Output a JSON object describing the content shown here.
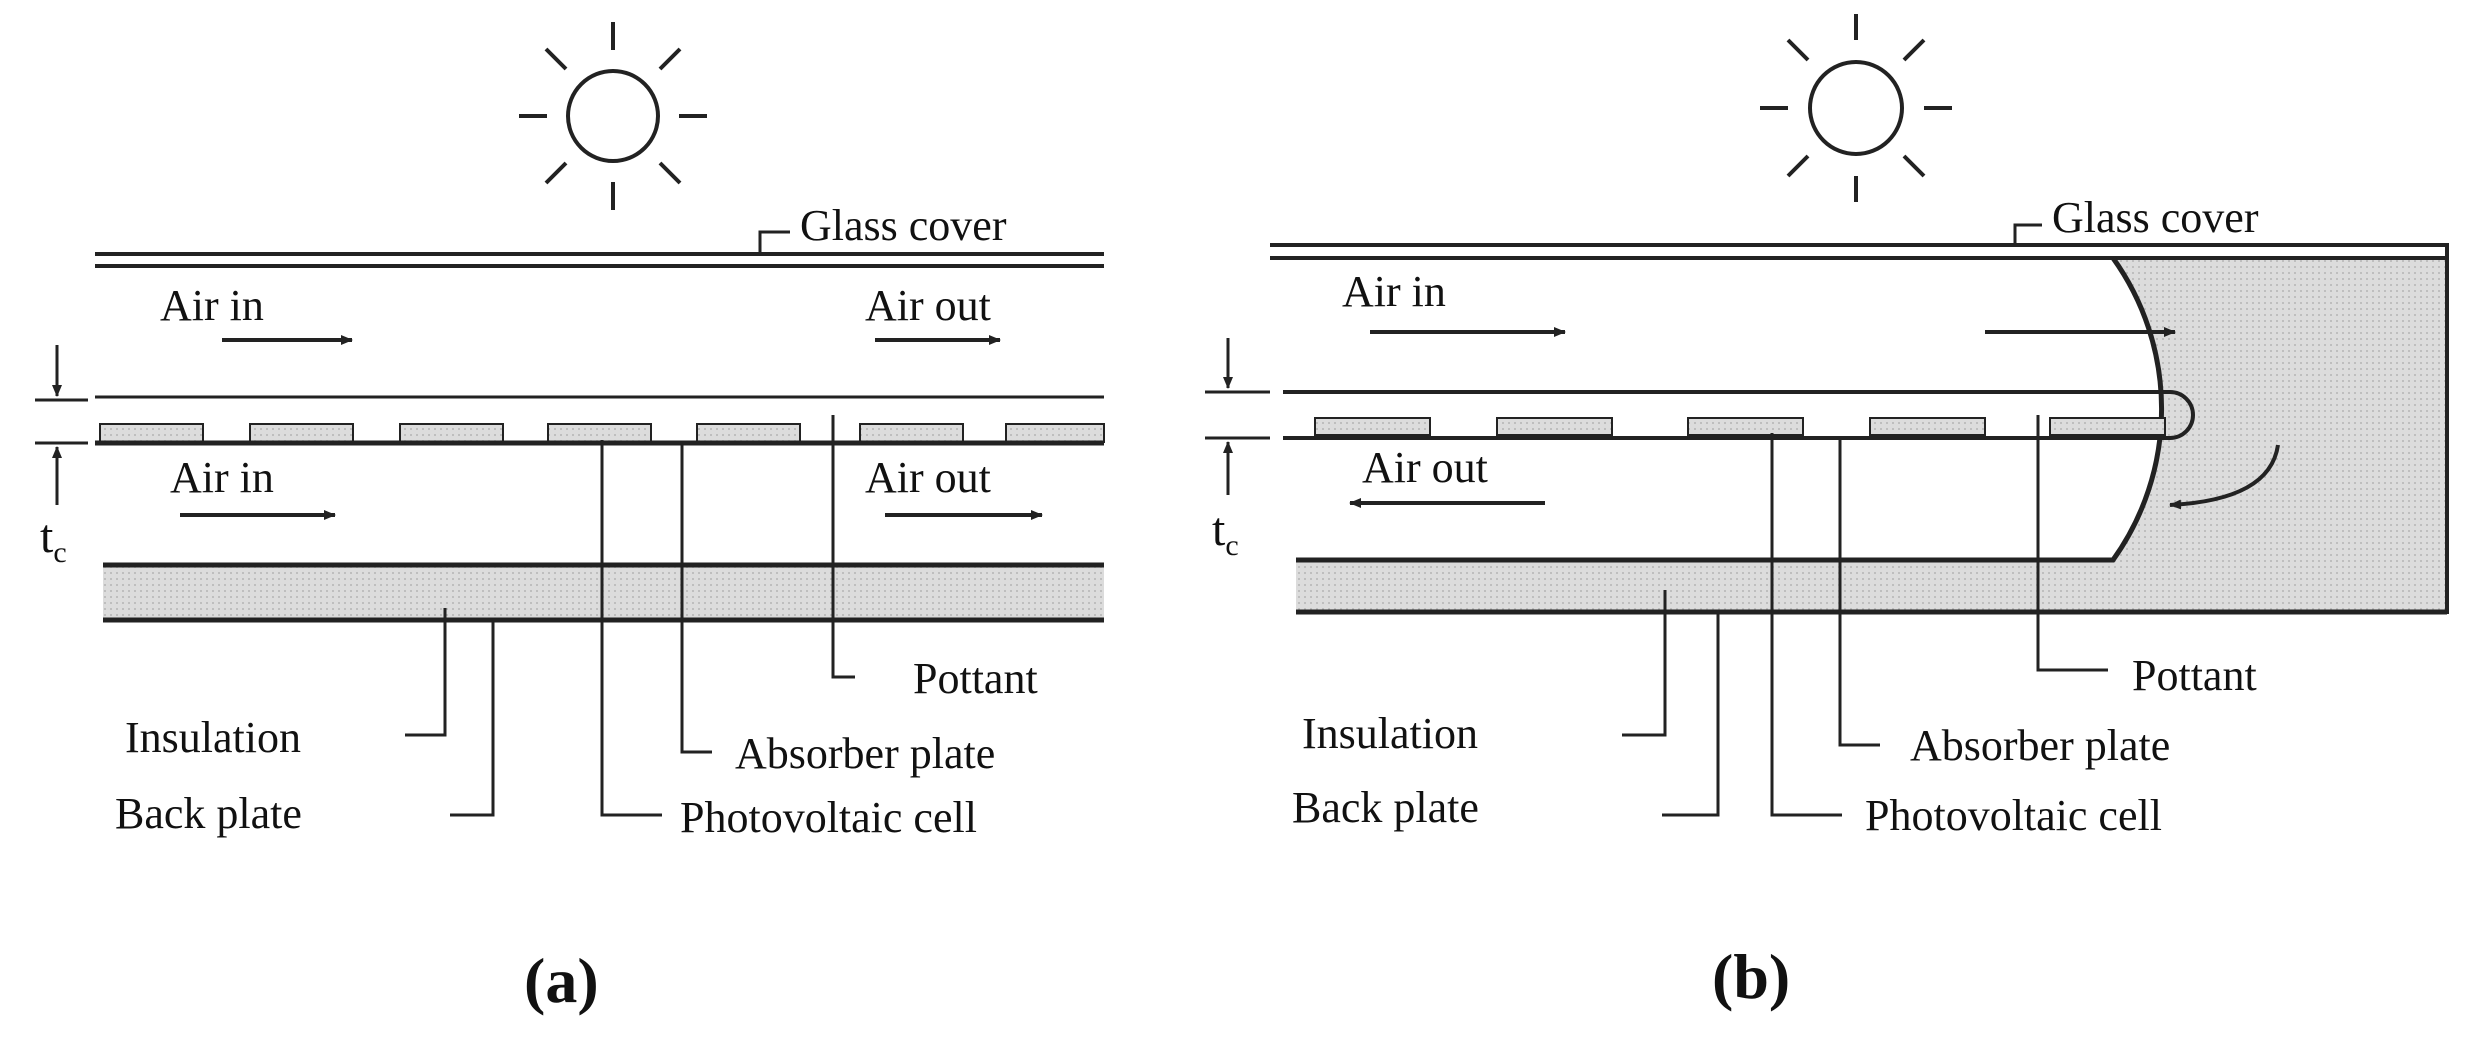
{
  "panel_a": {
    "glass_cover": "Glass cover",
    "air_in_top": "Air in",
    "air_out_top": "Air out",
    "air_in_bottom": "Air in",
    "air_out_bottom": "Air out",
    "tc_main": "t",
    "tc_sub": "c",
    "pottant": "Pottant",
    "insulation": "Insulation",
    "absorber_plate": "Absorber plate",
    "back_plate": "Back plate",
    "photovoltaic_cell": "Photovoltaic cell",
    "caption": "(a)"
  },
  "panel_b": {
    "glass_cover": "Glass cover",
    "air_in": "Air in",
    "air_out": "Air out",
    "tc_main": "t",
    "tc_sub": "c",
    "pottant": "Pottant",
    "insulation": "Insulation",
    "absorber_plate": "Absorber plate",
    "back_plate": "Back plate",
    "photovoltaic_cell": "Photovoltaic cell",
    "caption": "(b)"
  },
  "colors": {
    "line": "#222222",
    "insulation_fill": "#d8d8d8",
    "cell_fill": "#8a8a8a"
  }
}
